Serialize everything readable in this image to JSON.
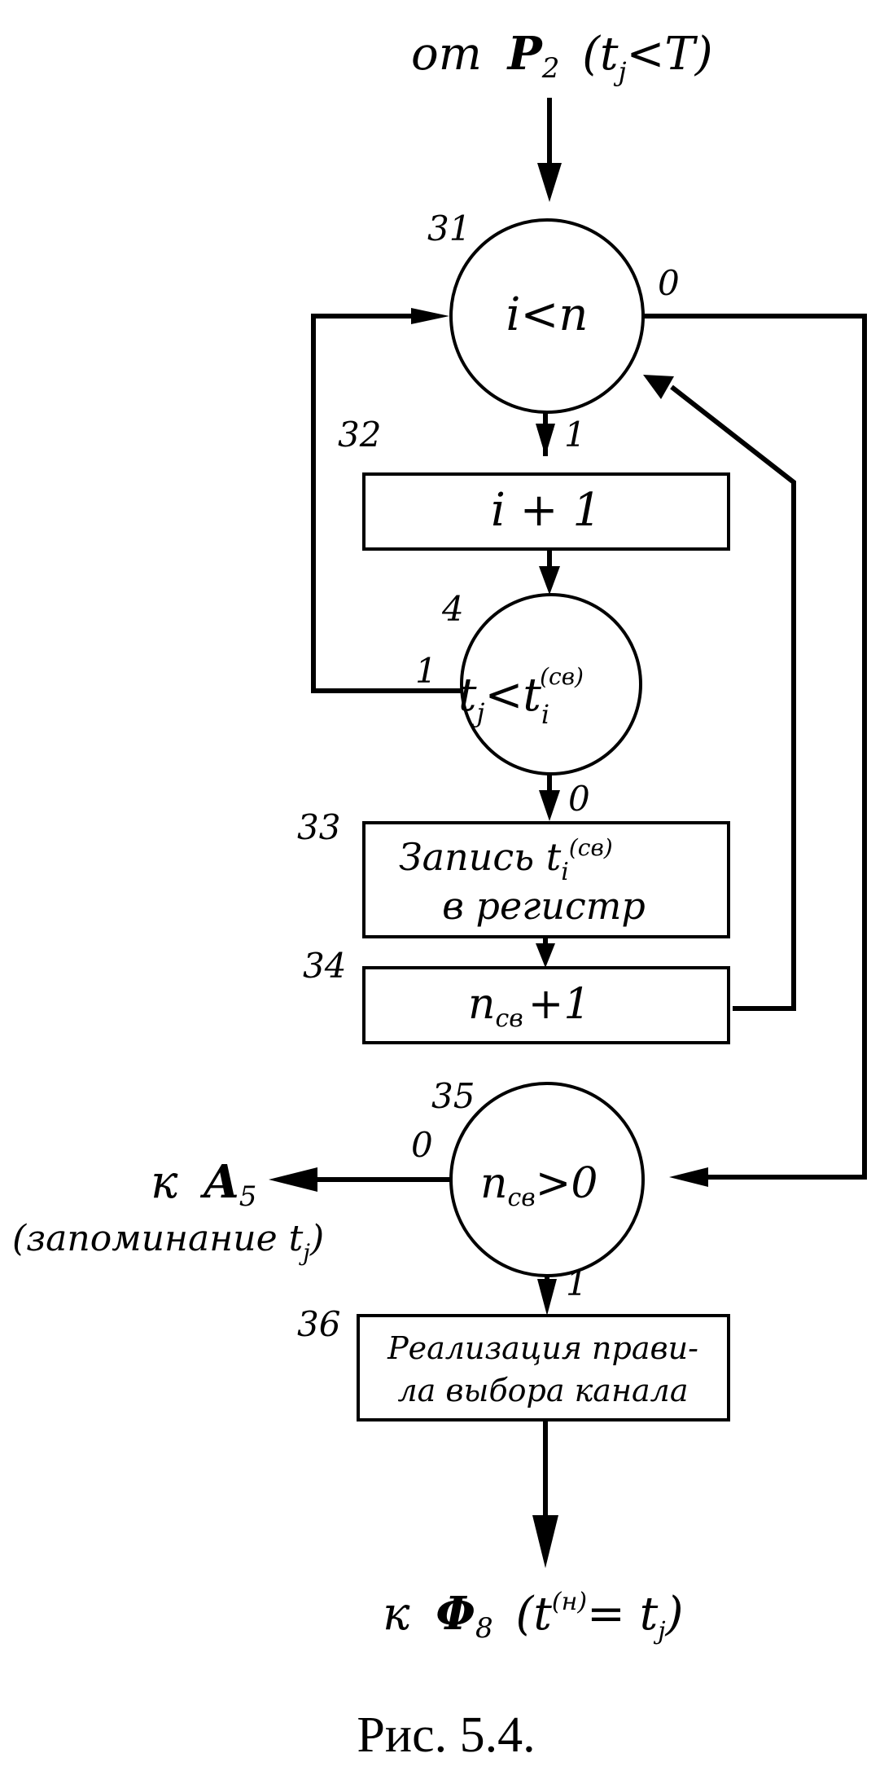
{
  "input": {
    "prefix": "от",
    "symbol": "P",
    "sub": "2",
    "condition_open": "(t",
    "condition_sub": "j",
    "condition_close": "<T)"
  },
  "nodes": {
    "n31": {
      "id": "31",
      "text": "i<n",
      "out_no": "0",
      "out_yes": "1"
    },
    "n32": {
      "id": "32",
      "text": "i + 1"
    },
    "n4": {
      "id": "4",
      "text_a": "t",
      "text_a_sub": "j",
      "text_b": "<t",
      "text_b_sub": "i",
      "text_b_sup": "(св)",
      "out_yes": "1",
      "out_no": "0"
    },
    "n33": {
      "id": "33",
      "line1": "Запись t",
      "line1_sub": "i",
      "line1_sup": "(св)",
      "line2": "в регистр"
    },
    "n34": {
      "id": "34",
      "text": "n",
      "text_sub": "св",
      "text_tail": "+1"
    },
    "n35": {
      "id": "35",
      "text": "n",
      "text_sub": "св",
      "text_tail": ">0",
      "out_no": "0",
      "out_yes": "1"
    },
    "n36": {
      "id": "36",
      "line1": "Реализация прави-",
      "line2": "ла выбора канала"
    }
  },
  "exit_left": {
    "prefix": "к",
    "symbol": "A",
    "sub": "5",
    "note_open": "(запоминание t",
    "note_sub": "j",
    "note_close": ")"
  },
  "exit_bottom": {
    "prefix": "к",
    "symbol": "Φ",
    "sub": "8",
    "cond_open": "(t",
    "cond_sup": "(н)",
    "cond_mid": "= t",
    "cond_sub": "j",
    "cond_close": ")"
  },
  "caption": "Рис. 5.4."
}
